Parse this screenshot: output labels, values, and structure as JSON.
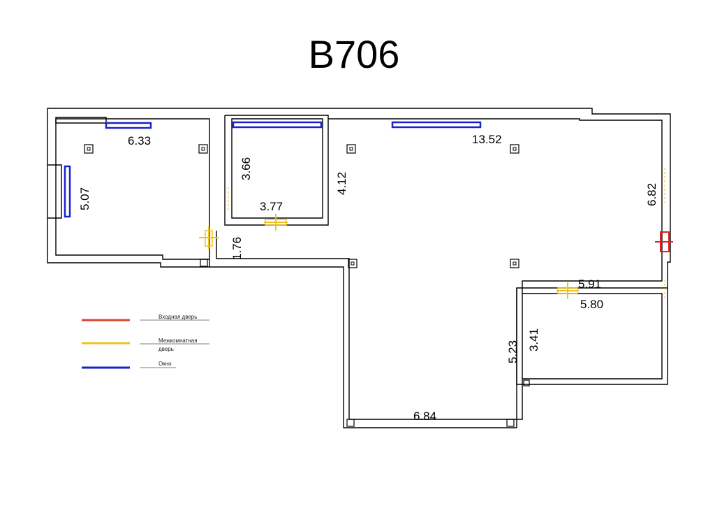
{
  "plan": {
    "title": "B706"
  },
  "dimensions": {
    "room1_width": "6.33",
    "room1_height": "5.07",
    "room2_height": "3.66",
    "room2_width": "3.77",
    "corridor": "1.76",
    "main_left": "4.12",
    "main_width": "13.52",
    "main_right": "6.82",
    "room3_top_outer": "5.91",
    "room3_top_inner": "5.80",
    "room3_height": "3.41",
    "main_lower_left": "5.23",
    "main_bottom": "6.84"
  },
  "legend": {
    "items": [
      {
        "label_lines": [
          "Входная дверь"
        ],
        "color": "#d9472b"
      },
      {
        "label_lines": [
          "Межкомнатная",
          "дверь"
        ],
        "color": "#f2c21b"
      },
      {
        "label_lines": [
          "Окно"
        ],
        "color": "#1a22c9"
      }
    ]
  },
  "colors": {
    "window": "#1a22c9",
    "interior_door": "#f2c21b",
    "entrance_door": "#e0201b"
  }
}
